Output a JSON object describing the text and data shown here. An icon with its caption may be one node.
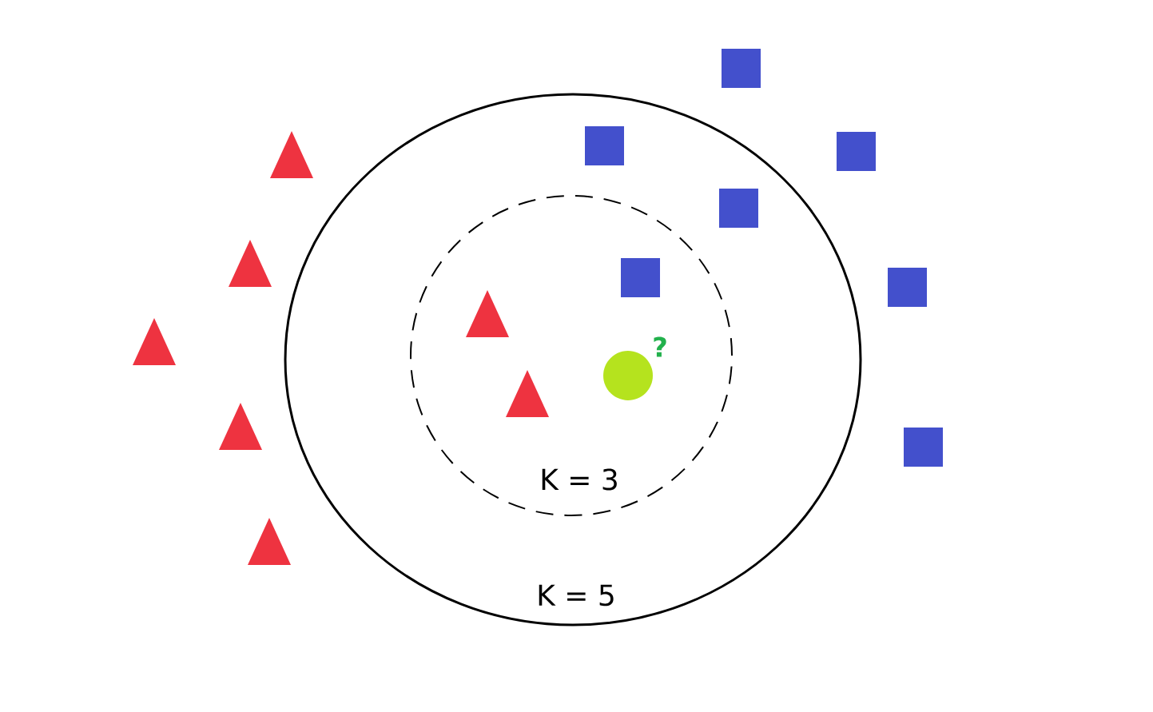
{
  "diagram": {
    "nodes": [
      {
        "text": [
          "K = 5"
        ]
      },
      {
        "text": [
          "K = 3"
        ],
        "in": 0
      }
    ],
    "labels": [
      "?"
    ]
  }
}
